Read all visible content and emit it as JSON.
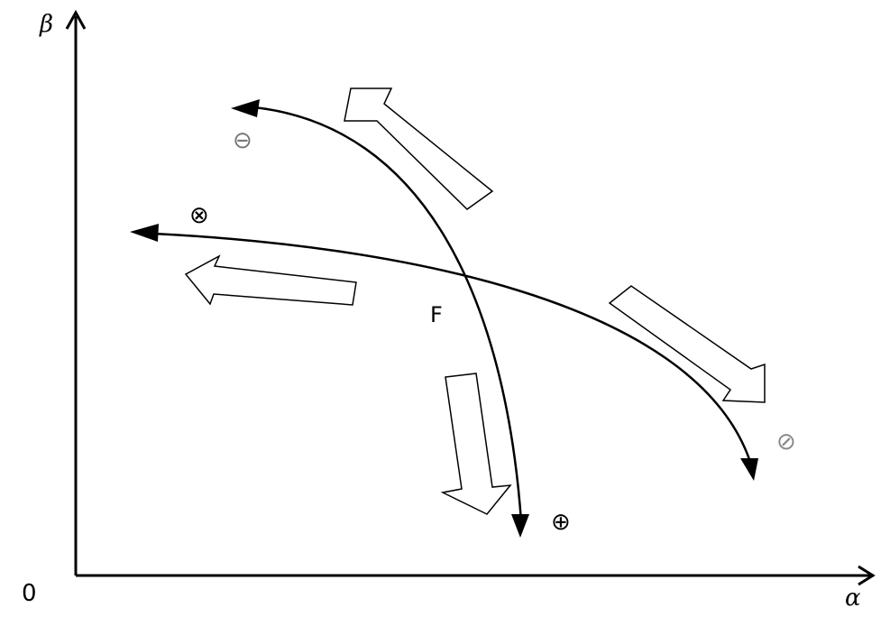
{
  "axes": {
    "y_label": "β",
    "x_label": "α",
    "origin_label": "0"
  },
  "point_label": "F",
  "symbols": {
    "minus": "⊖",
    "times": "⊗",
    "plus": "⊕",
    "slash": "⊘"
  },
  "colors": {
    "line": "#000000",
    "minus_symbol": "#777777",
    "slash_symbol": "#888888",
    "background": "#ffffff"
  }
}
